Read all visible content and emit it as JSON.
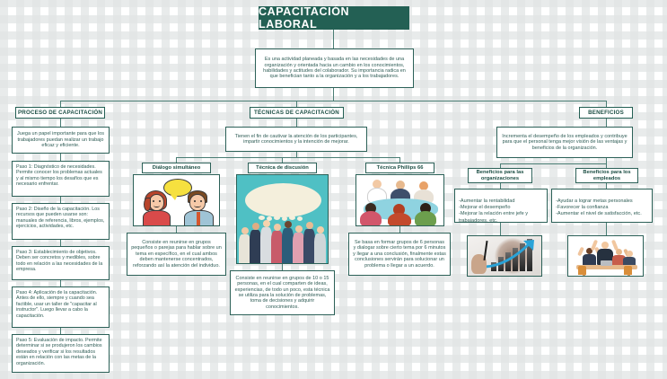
{
  "title_banner": {
    "label": "CAPACITACIÓN LABORAL"
  },
  "intro": {
    "text": "Es una actividad planeada y basada en las necesidades de una organización y orientada hacia un cambio en los conocimientos, habilidades y actitudes del colaborador. Su importancia radica en que benefician tanto a la organización y a los trabajadores."
  },
  "columns": {
    "proceso": {
      "header": "PROCESO DE CAPACITACIÓN",
      "description": "Juega un papel importante para que los trabajadores puedan realizar un trabajo eficaz y eficiente.",
      "steps": [
        {
          "text": "Paso 1: Diagnóstico de necesidades. Permite conocer los problemas actuales y al mismo tiempo los desafíos que es necesario enfrentar."
        },
        {
          "text": "Paso 2: Diseño de la capacitación. Los recursos que pueden usarse son: manuales de referencia, libros, ejemplos, ejercicios, actividades, etc."
        },
        {
          "text": "Paso 3: Establecimiento de objetivos. Deben ser concretos y medibles, sobre todo en relación a las necesidades de la empresa."
        },
        {
          "text": "Paso 4: Aplicación de la capacitación. Antes de ello, siempre y cuando sea factible, usar un taller de \"capacitar al instructor\". Luego llevar a cabo la capacitación."
        },
        {
          "text": "Paso 5: Evaluación de impacto. Permite determinar si se produjeron los cambios deseados y verificar si los resultados están en relación con las metas de la organización."
        }
      ]
    },
    "tecnicas": {
      "header": "TÉCNICAS DE CAPACITACIÓN",
      "description": "Tienen el fin de cautivar la atención de los participantes, impartir conocimientos y la intención de mejorar.",
      "cards": [
        {
          "title": "Diálogo simultáneo",
          "image": "two-people-talking-illustration",
          "description": "Consiste en reunirse en grupos pequeños o parejas para hablar sobre un tema en específico, en el cual ambos deben mantenerse concentrados, reforzando así la atención del individuo."
        },
        {
          "title": "Técnica de discusión",
          "image": "group-of-people-speech-bubble-illustration",
          "description": "Consiste en reunirse en grupos de 10 o 15 personas, en el cual comparten de ideas, experiencias, de todo un poco, esta técnica se utiliza para la solución de problemas, toma de decisiones y adquirir conocimientos."
        },
        {
          "title": "Técnica Phillips 66",
          "image": "meeting-round-table-illustration",
          "description": "Se basa en formar grupos de 6 personas y dialogar sobre cierto tema por 6 minutos y llegar a una conclusión, finalmente estas conclusiones servirán para solucionar un problema o llegar a un acuerdo."
        }
      ]
    },
    "beneficios": {
      "header": "BENEFICIOS",
      "description": "Incrementa el desempeño de los empleados y contribuye para que el personal tenga mejor visión de las ventajas y beneficios de la organización.",
      "subsections": [
        {
          "title": "Beneficios para las organizaciones",
          "bullets": "-Aumentar la rentabilidad\n-Mejorar el desempeño\n-Mejorar la relación entre jefe y trabajadores, etc.",
          "image": "growth-bar-chart-arrow-photo"
        },
        {
          "title": "Beneficios para los empleados",
          "bullets": "-Ayudar a lograr metas personales\n-Favorecer la confianza\n-Aumentar el nivel de satisfacción, etc.",
          "image": "celebrating-team-illustration"
        }
      ]
    }
  },
  "colors": {
    "accent": "#236054",
    "border": "#2c6158",
    "text": "#2f5d56",
    "teal_illustration": "#4fc0c4",
    "bubble_yellow": "#f6e03f"
  }
}
